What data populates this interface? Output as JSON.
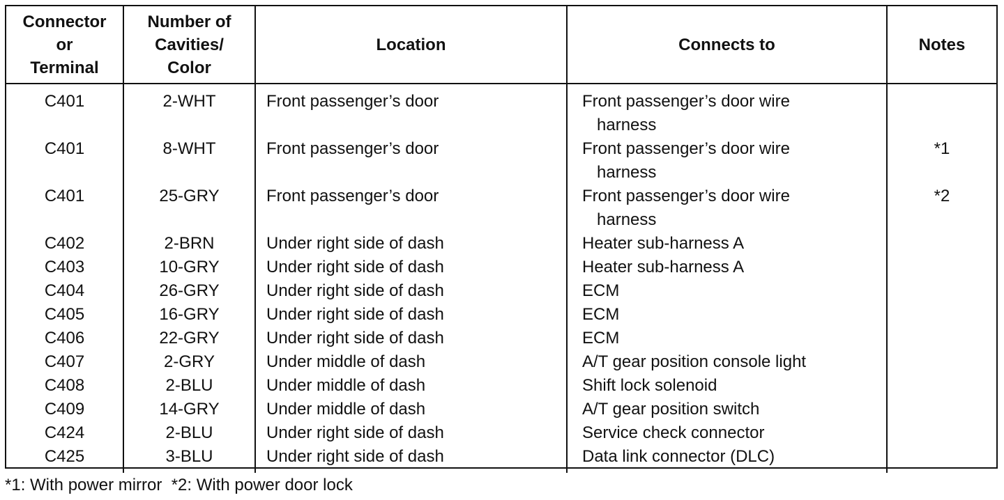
{
  "table": {
    "headers": {
      "connector": [
        "Connector",
        "or",
        "Terminal"
      ],
      "cavities": [
        "Number of",
        "Cavities/",
        "Color"
      ],
      "location": "Location",
      "connects_to": "Connects to",
      "notes": "Notes"
    },
    "rows": [
      {
        "connector": "C401",
        "cavities": "2-WHT",
        "location": "Front passenger’s door",
        "connects_to": [
          "Front passenger’s door wire",
          "harness"
        ],
        "notes": ""
      },
      {
        "connector": "C401",
        "cavities": "8-WHT",
        "location": "Front passenger’s door",
        "connects_to": [
          "Front passenger’s door wire",
          "harness"
        ],
        "notes": "*1"
      },
      {
        "connector": "C401",
        "cavities": "25-GRY",
        "location": "Front passenger’s door",
        "connects_to": [
          "Front passenger’s door wire",
          "harness"
        ],
        "notes": "*2"
      },
      {
        "connector": "C402",
        "cavities": "2-BRN",
        "location": "Under right side of dash",
        "connects_to": [
          "Heater sub-harness A"
        ],
        "notes": ""
      },
      {
        "connector": "C403",
        "cavities": "10-GRY",
        "location": "Under right side of dash",
        "connects_to": [
          "Heater sub-harness A"
        ],
        "notes": ""
      },
      {
        "connector": "C404",
        "cavities": "26-GRY",
        "location": "Under right side of dash",
        "connects_to": [
          "ECM"
        ],
        "notes": ""
      },
      {
        "connector": "C405",
        "cavities": "16-GRY",
        "location": "Under right side of dash",
        "connects_to": [
          "ECM"
        ],
        "notes": ""
      },
      {
        "connector": "C406",
        "cavities": "22-GRY",
        "location": "Under right side of dash",
        "connects_to": [
          "ECM"
        ],
        "notes": ""
      },
      {
        "connector": "C407",
        "cavities": "2-GRY",
        "location": "Under middle of dash",
        "connects_to": [
          "A/T gear position console light"
        ],
        "notes": ""
      },
      {
        "connector": "C408",
        "cavities": "2-BLU",
        "location": "Under middle of dash",
        "connects_to": [
          "Shift lock solenoid"
        ],
        "notes": ""
      },
      {
        "connector": "C409",
        "cavities": "14-GRY",
        "location": "Under middle of dash",
        "connects_to": [
          "A/T gear position switch"
        ],
        "notes": ""
      },
      {
        "connector": "C424",
        "cavities": "2-BLU",
        "location": "Under right side of dash",
        "connects_to": [
          "Service check connector"
        ],
        "notes": ""
      },
      {
        "connector": "C425",
        "cavities": "3-BLU",
        "location": "Under right side of dash",
        "connects_to": [
          "Data link connector (DLC)"
        ],
        "notes": ""
      }
    ]
  },
  "footnote": "*1: With power mirror  *2: With power door lock"
}
